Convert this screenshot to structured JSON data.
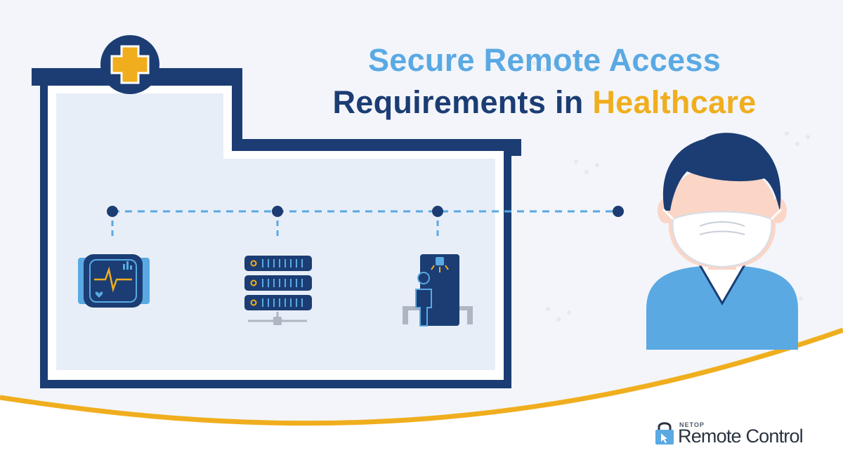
{
  "headline": {
    "line1": "Secure Remote Access",
    "line2_prefix": "Requirements in ",
    "line2_accent": "Healthcare"
  },
  "brand": {
    "small": "NETOP",
    "product": "Remote Control"
  },
  "icons": [
    "hospital-cross-icon",
    "heart-monitor-icon",
    "server-rack-icon",
    "mri-scanner-icon",
    "doctor-with-mask-icon",
    "lock-icon"
  ],
  "colors": {
    "navy": "#1b3d73",
    "light_blue": "#5aa9e3",
    "gold": "#f0ae1e",
    "background": "#f3f5fa",
    "building_fill": "#e8eef8"
  }
}
